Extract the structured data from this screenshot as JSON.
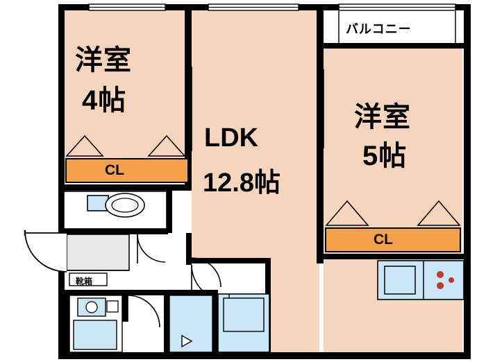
{
  "plan": {
    "title": "apartment-floor-plan",
    "colors": {
      "room_fill": "#f5d5bd",
      "closet_fill": "#f5a04b",
      "fixture_fill": "#cbe7f7",
      "wall": "#000000",
      "background": "#ffffff",
      "entry_fill": "#e8e8e8"
    },
    "rooms": [
      {
        "id": "bedroom-west",
        "name_line1": "洋室",
        "name_line2": "4帖"
      },
      {
        "id": "ldk",
        "name_line1": "LDK",
        "name_line2": "12.8帖"
      },
      {
        "id": "bedroom-east",
        "name_line1": "洋室",
        "name_line2": "5帖"
      }
    ],
    "labels": {
      "balcony": "バルコニー",
      "closet_west": "CL",
      "closet_east": "CL",
      "shoe_box": "靴箱"
    }
  }
}
